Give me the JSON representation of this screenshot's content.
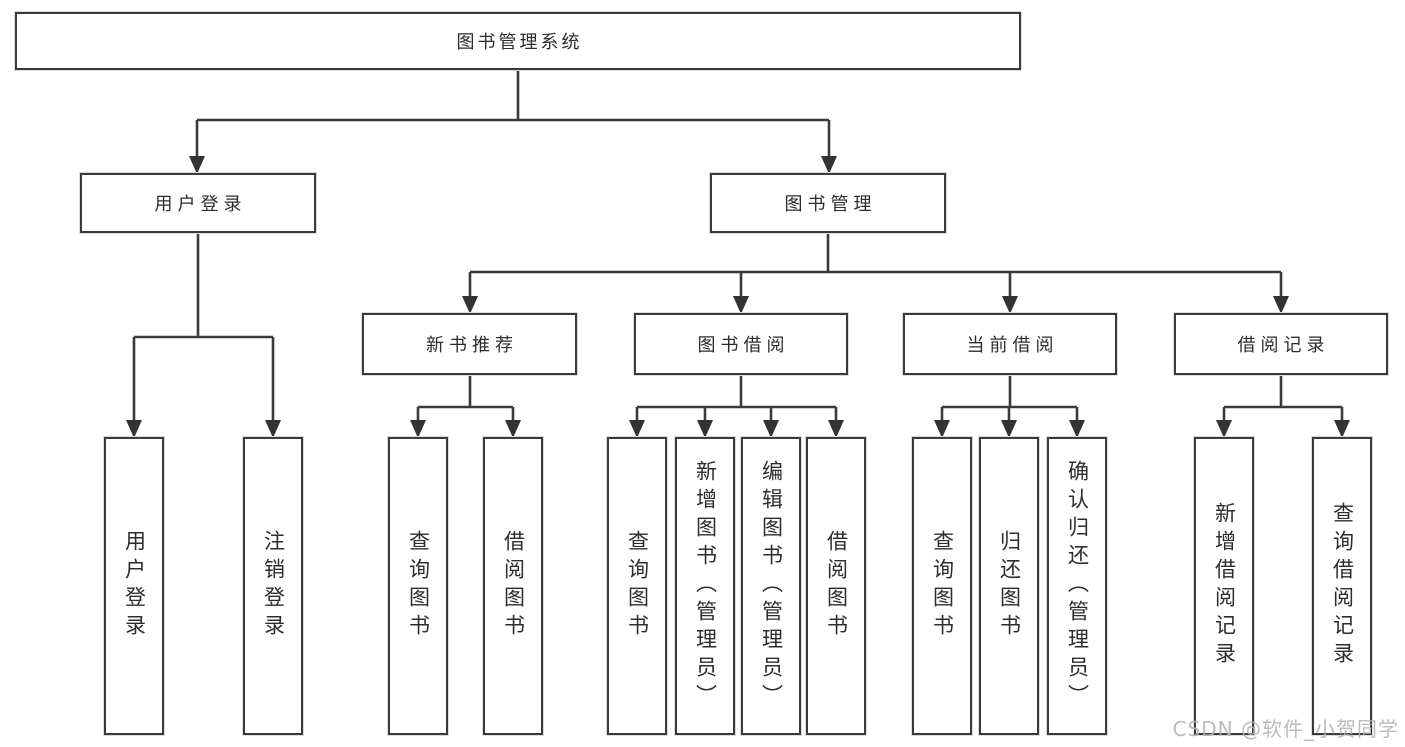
{
  "tree": {
    "root": {
      "label": "图书管理系统",
      "children": [
        {
          "label": "用户登录",
          "children": [
            {
              "label": "用户登录"
            },
            {
              "label": "注销登录"
            }
          ]
        },
        {
          "label": "图书管理",
          "children": [
            {
              "label": "新书推荐",
              "children": [
                {
                  "label": "查询图书"
                },
                {
                  "label": "借阅图书"
                }
              ]
            },
            {
              "label": "图书借阅",
              "children": [
                {
                  "label": "查询图书"
                },
                {
                  "label": "新增图书（管理员）"
                },
                {
                  "label": "编辑图书（管理员）"
                },
                {
                  "label": "借阅图书"
                }
              ]
            },
            {
              "label": "当前借阅",
              "children": [
                {
                  "label": "查询图书"
                },
                {
                  "label": "归还图书"
                },
                {
                  "label": "确认归还（管理员）"
                }
              ]
            },
            {
              "label": "借阅记录",
              "children": [
                {
                  "label": "新增借阅记录"
                },
                {
                  "label": "查询借阅记录"
                }
              ]
            }
          ]
        }
      ]
    }
  },
  "watermark": {
    "text": "CSDN @软件_小贺同学"
  }
}
